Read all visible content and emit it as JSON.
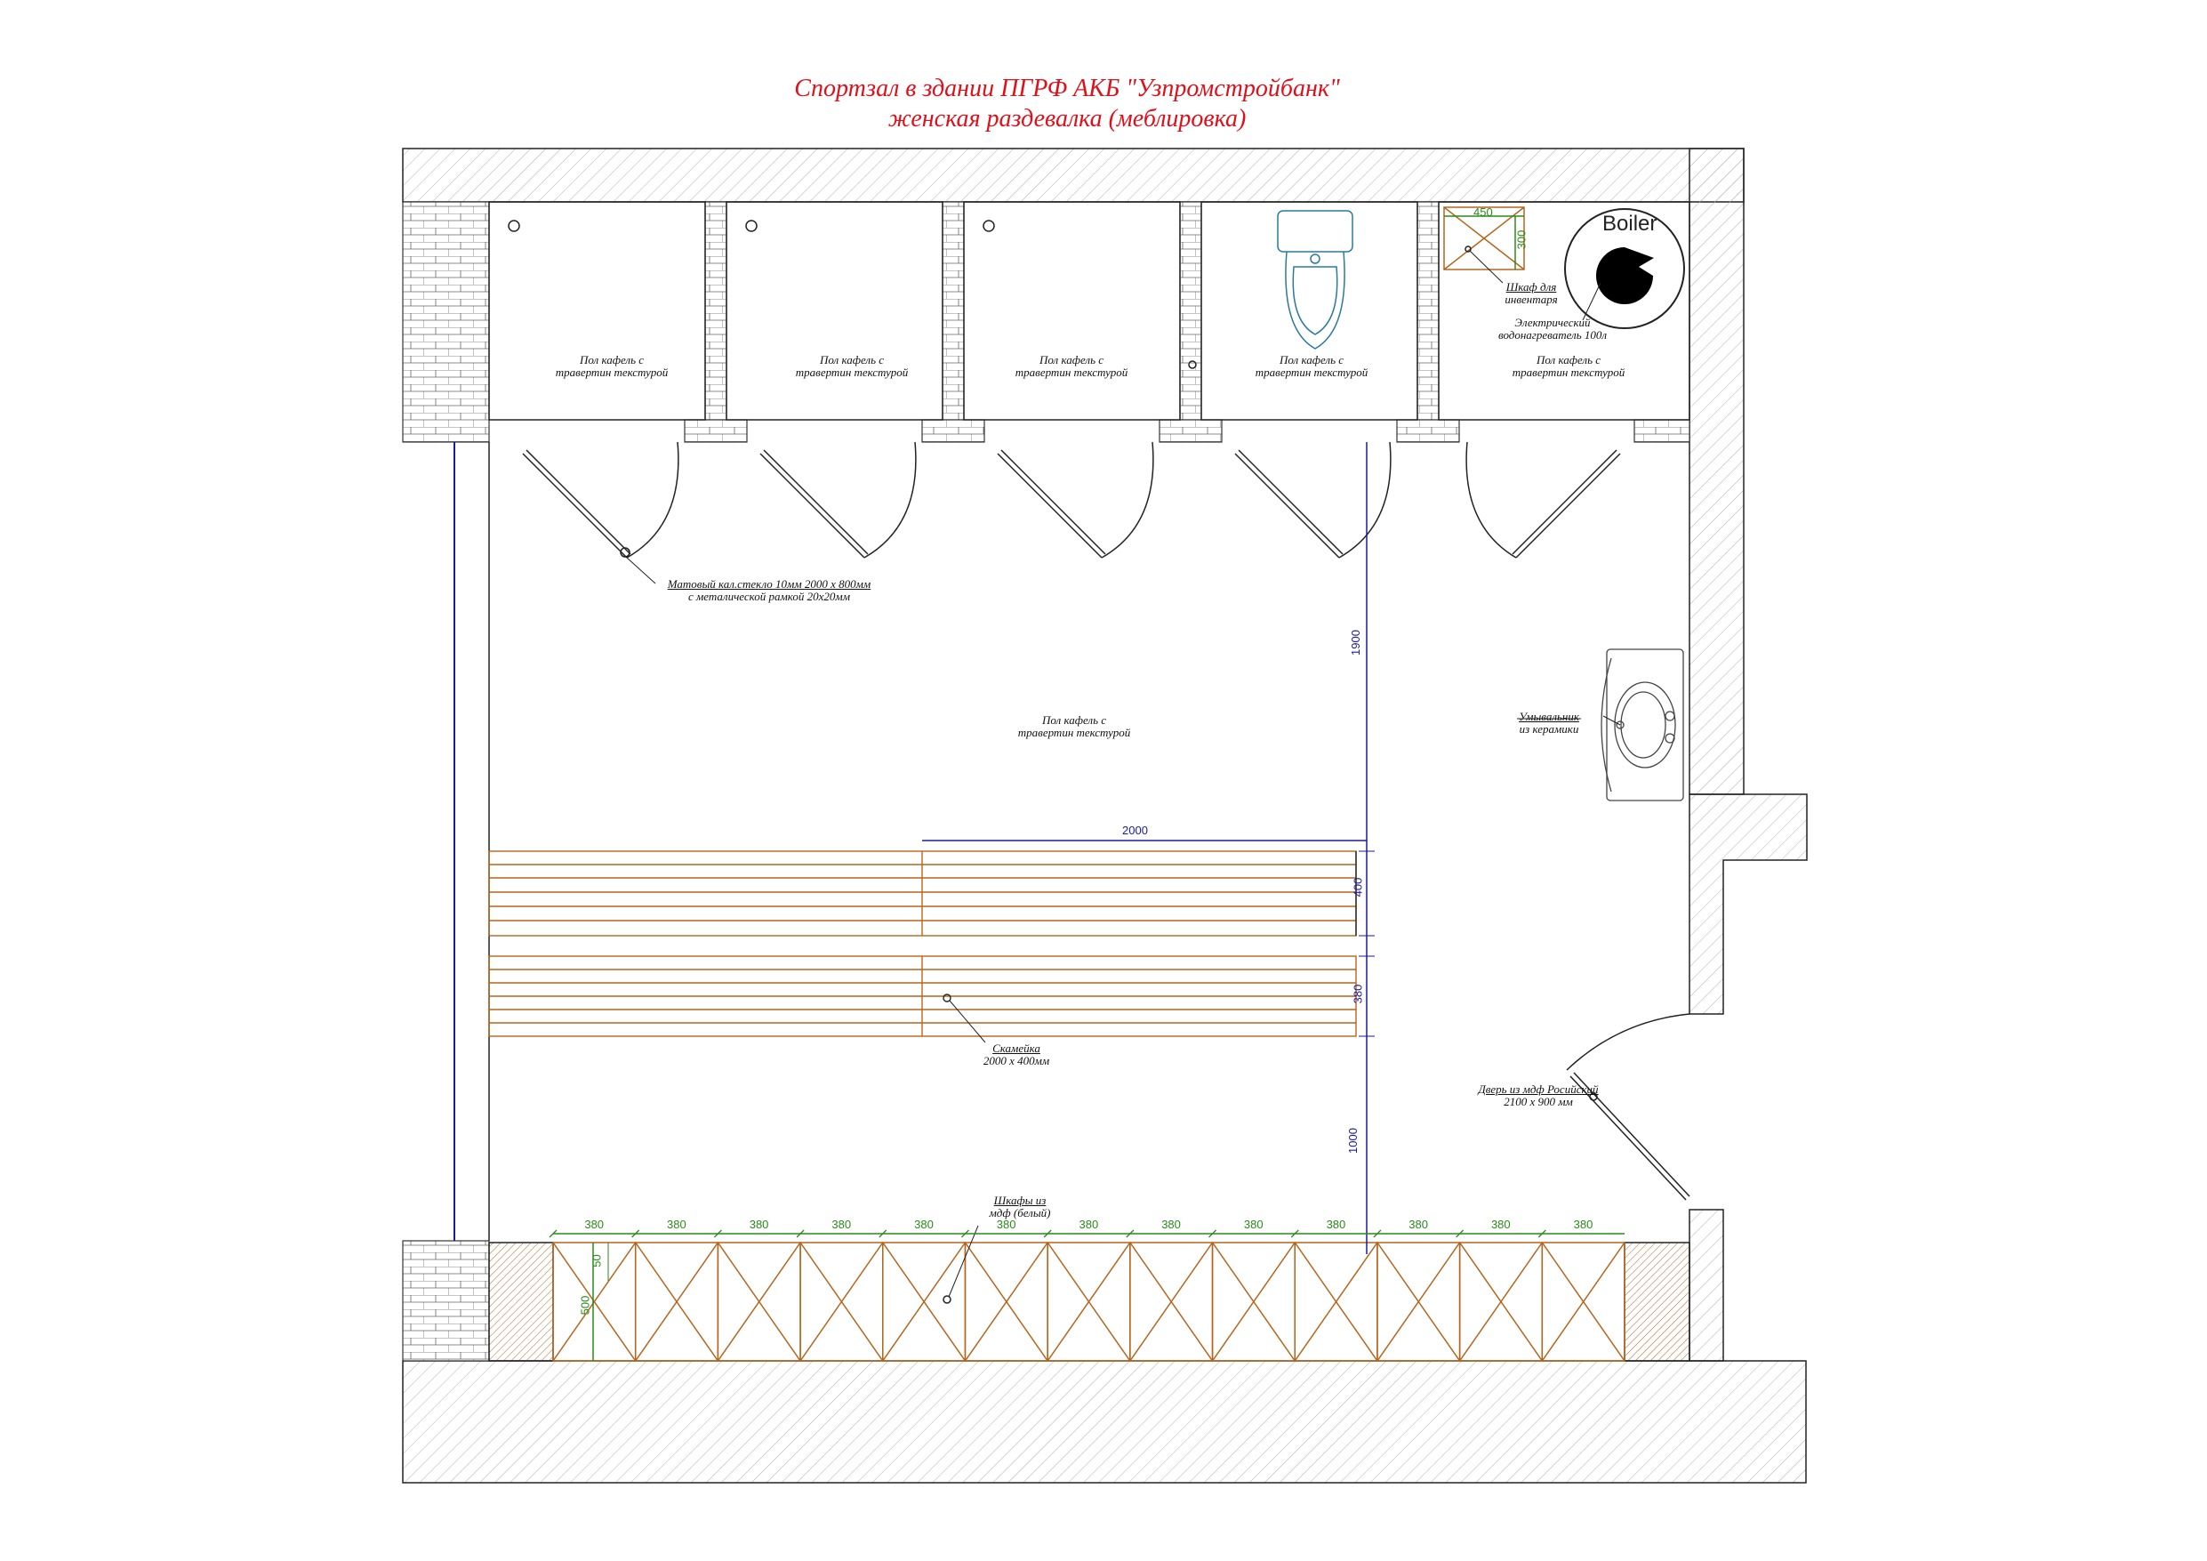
{
  "title": {
    "line1": "Спортзал в здании ПГРФ АКБ \"Узпромстройбанк\"",
    "line2": "женская раздевалка (меблировка)"
  },
  "labels": {
    "floor_line1": "Пол кафель с",
    "floor_line2": "травертин текстурой",
    "glass_line1": "Матовый кал.стекло 10мм 2000 х 800мм",
    "glass_line2": "с металической рамкой 20х20мм",
    "cabinet_line1": "Шкаф для",
    "cabinet_line2": "инвентаря",
    "heater_line1": "Электрический",
    "heater_line2": "водонагреватель 100л",
    "boiler": "Boiler",
    "sink_line1": "Умывальник",
    "sink_line2": "из керамики",
    "bench_line1": "Скамейка",
    "bench_line2": "2000 х 400мм",
    "door_line1": "Дверь из мдф Росийский",
    "door_line2": "2100 х 900 мм",
    "lockers_line1": "Шкафы из",
    "lockers_line2": "мдф (белый)"
  },
  "dimensions": {
    "cab_w": "450",
    "cab_d": "300",
    "bench_len": "2000",
    "bench_w1": "400",
    "bench_w2": "380",
    "clear_top": "1900",
    "clear_bottom": "1000",
    "locker_w": "380",
    "locker_d1": "50",
    "locker_d2": "500"
  },
  "colors": {
    "wood": "#b5651d",
    "dim_green": "#2a8a1a",
    "dim_blue": "#1a1aa0",
    "title_red": "#e0101a"
  }
}
